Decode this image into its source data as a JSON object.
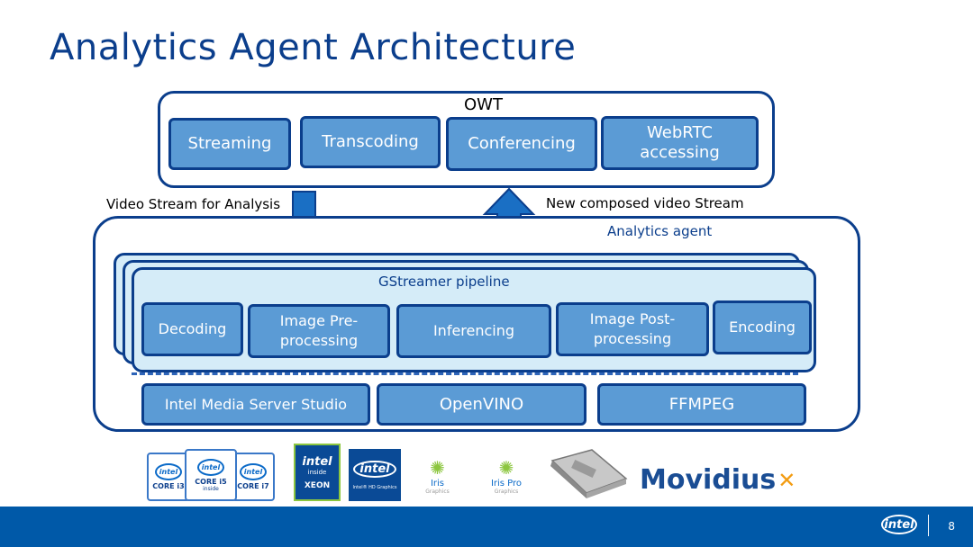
{
  "title": "Analytics Agent Architecture",
  "owt": {
    "label": "OWT",
    "services": [
      "Streaming",
      "Transcoding",
      "Conferencing",
      "WebRTC accessing"
    ]
  },
  "arrows": {
    "down_label": "Video Stream for Analysis",
    "up_label": "New composed video Stream"
  },
  "agent": {
    "label": "Analytics agent",
    "pipeline_label": "GStreamer pipeline",
    "stages": [
      "Decoding",
      "Image Pre-processing",
      "Inferencing",
      "Image Post-processing",
      "Encoding"
    ],
    "libraries": [
      "Intel Media Server Studio",
      "OpenVINO",
      "FFMPEG"
    ]
  },
  "logos": {
    "core": [
      "CORE i3",
      "CORE i5",
      "CORE i7"
    ],
    "intel_inside": "intel",
    "inside_text": "inside",
    "xeon": "XEON",
    "hd_graphics": "Intel® HD Graphics",
    "iris": "Iris",
    "iris_graphics": "Graphics",
    "iris_pro": "Iris Pro",
    "movidius": "Movidius"
  },
  "footer": {
    "brand": "intel",
    "page_number": "8"
  },
  "colors": {
    "dark_blue": "#0b3e8c",
    "button_blue": "#5b9bd5",
    "arrow_blue": "#1a6fc4",
    "pipeline_fill": "#d5ecf8",
    "footer_blue": "#0059a8"
  }
}
